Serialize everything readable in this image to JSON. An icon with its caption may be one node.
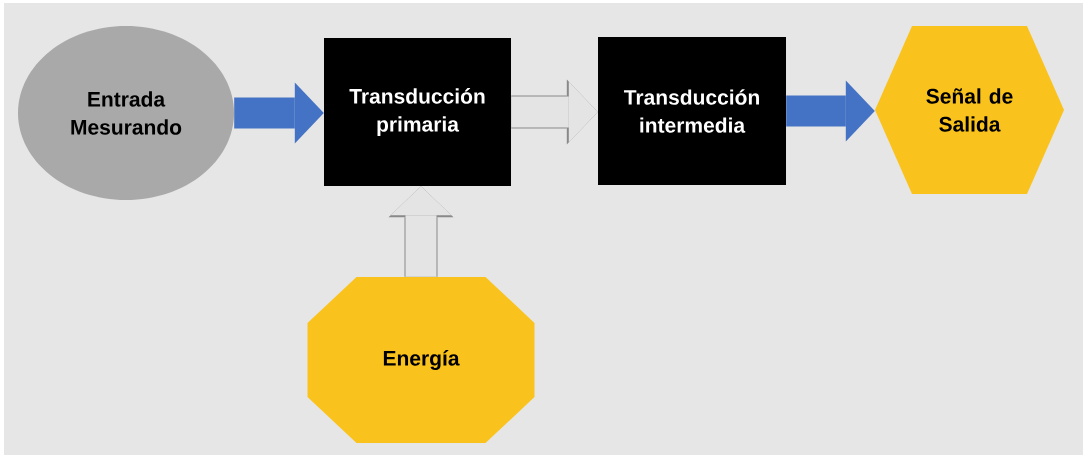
{
  "diagram": {
    "nodes": [
      {
        "text": [
          "Entrada Mesurando"
        ]
      },
      {
        "text": [
          "Transducción primaria"
        ]
      },
      {
        "text": [
          "Transducción intermedia"
        ]
      },
      {
        "text": [
          "Señal de Salida"
        ]
      },
      {
        "text": [
          "Energía"
        ]
      }
    ],
    "edges": [
      {
        "from": 0,
        "to": 1,
        "arrow": "to",
        "color": "#4472c4"
      },
      {
        "from": 1,
        "to": 2,
        "arrow": "to",
        "color": "#e4e4e4"
      },
      {
        "from": 2,
        "to": 3,
        "arrow": "to",
        "color": "#4472c4"
      },
      {
        "from": 4,
        "to": 1,
        "arrow": "to",
        "color": "#e4e4e4"
      }
    ]
  }
}
